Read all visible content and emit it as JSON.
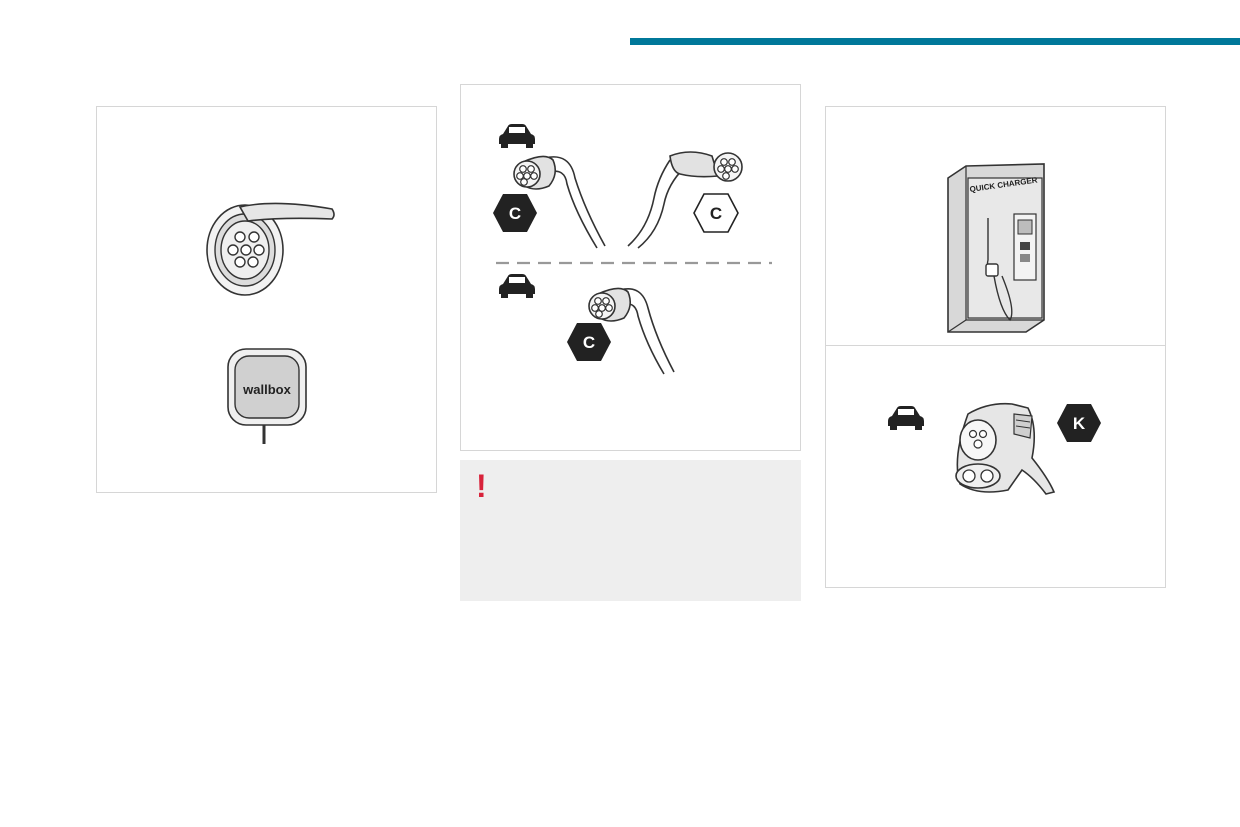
{
  "colors": {
    "accent_bar": "#00789a",
    "warning_red": "#d8223a",
    "warning_bg": "#eeeeee",
    "icon_dark": "#222222"
  },
  "icons": {
    "car": "car-icon",
    "warning": "exclamation-icon",
    "hex_badge": "hexagon-badge-icon"
  },
  "left_panel": {
    "wallbox_text": "wallbox"
  },
  "mid_panel": {
    "badge_top_left": "C",
    "badge_top_right": "C",
    "badge_bottom": "C"
  },
  "warning": {
    "mark": "!"
  },
  "right_panel": {
    "charger_label": "QUICK CHARGER",
    "badge": "K"
  }
}
